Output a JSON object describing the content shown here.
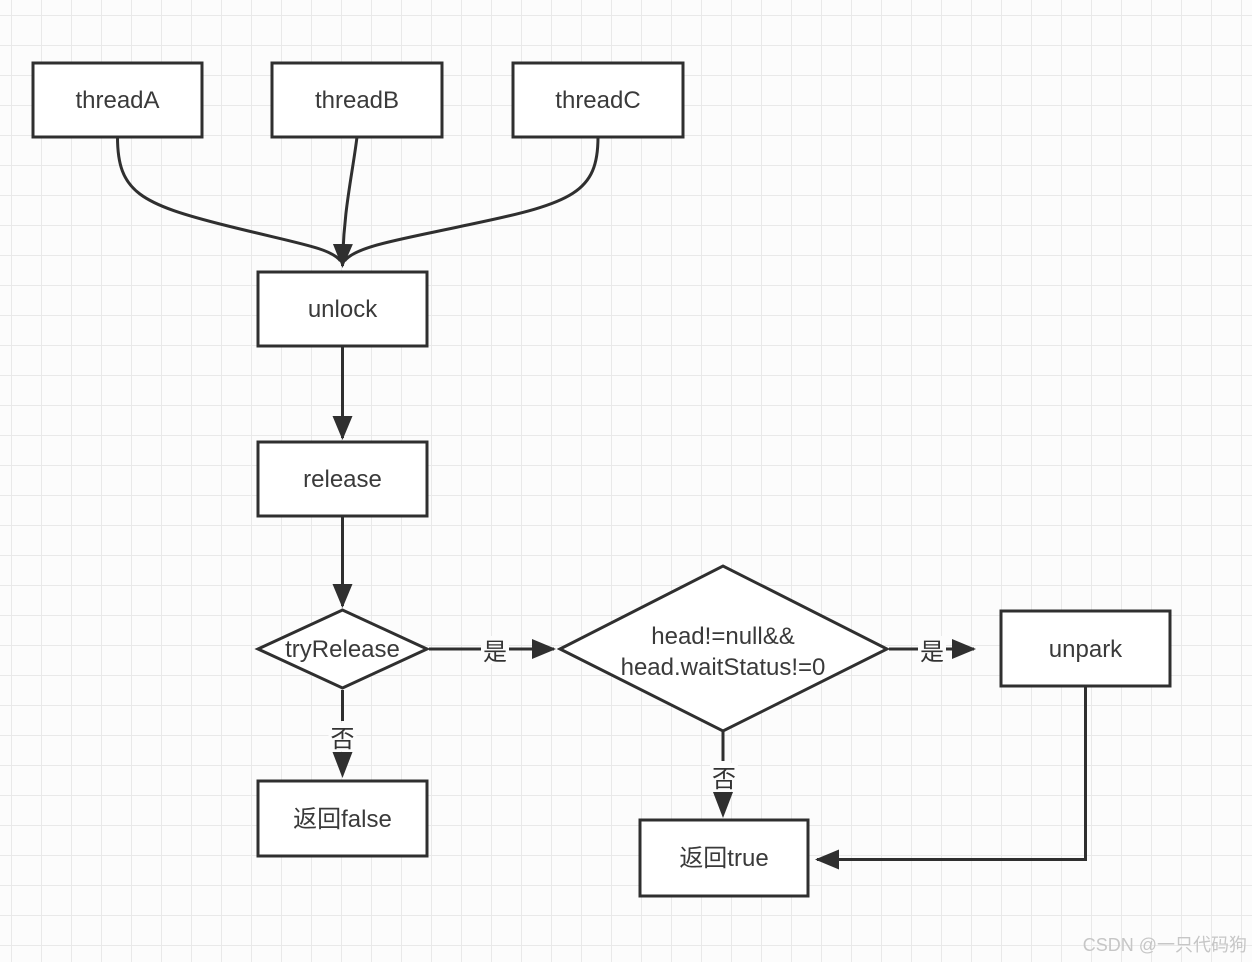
{
  "diagram": {
    "nodes": {
      "thread_a": "threadA",
      "thread_b": "threadB",
      "thread_c": "threadC",
      "unlock": "unlock",
      "release": "release",
      "try_release": "tryRelease",
      "head_check_line1": "head!=null&&",
      "head_check_line2": "head.waitStatus!=0",
      "unpark": "unpark",
      "return_false": "返回false",
      "return_true": "返回true"
    },
    "edge_labels": {
      "try_release_yes": "是",
      "try_release_no": "否",
      "head_check_yes": "是",
      "head_check_no": "否"
    },
    "colors": {
      "stroke": "#2f2f2f",
      "text": "#3a3a3a",
      "node_fill": "#ffffff",
      "background": "#fcfcfc",
      "grid_line": "#e9e9e9",
      "watermark": "#c6c6c6"
    },
    "watermark": "CSDN @一只代码狗"
  }
}
